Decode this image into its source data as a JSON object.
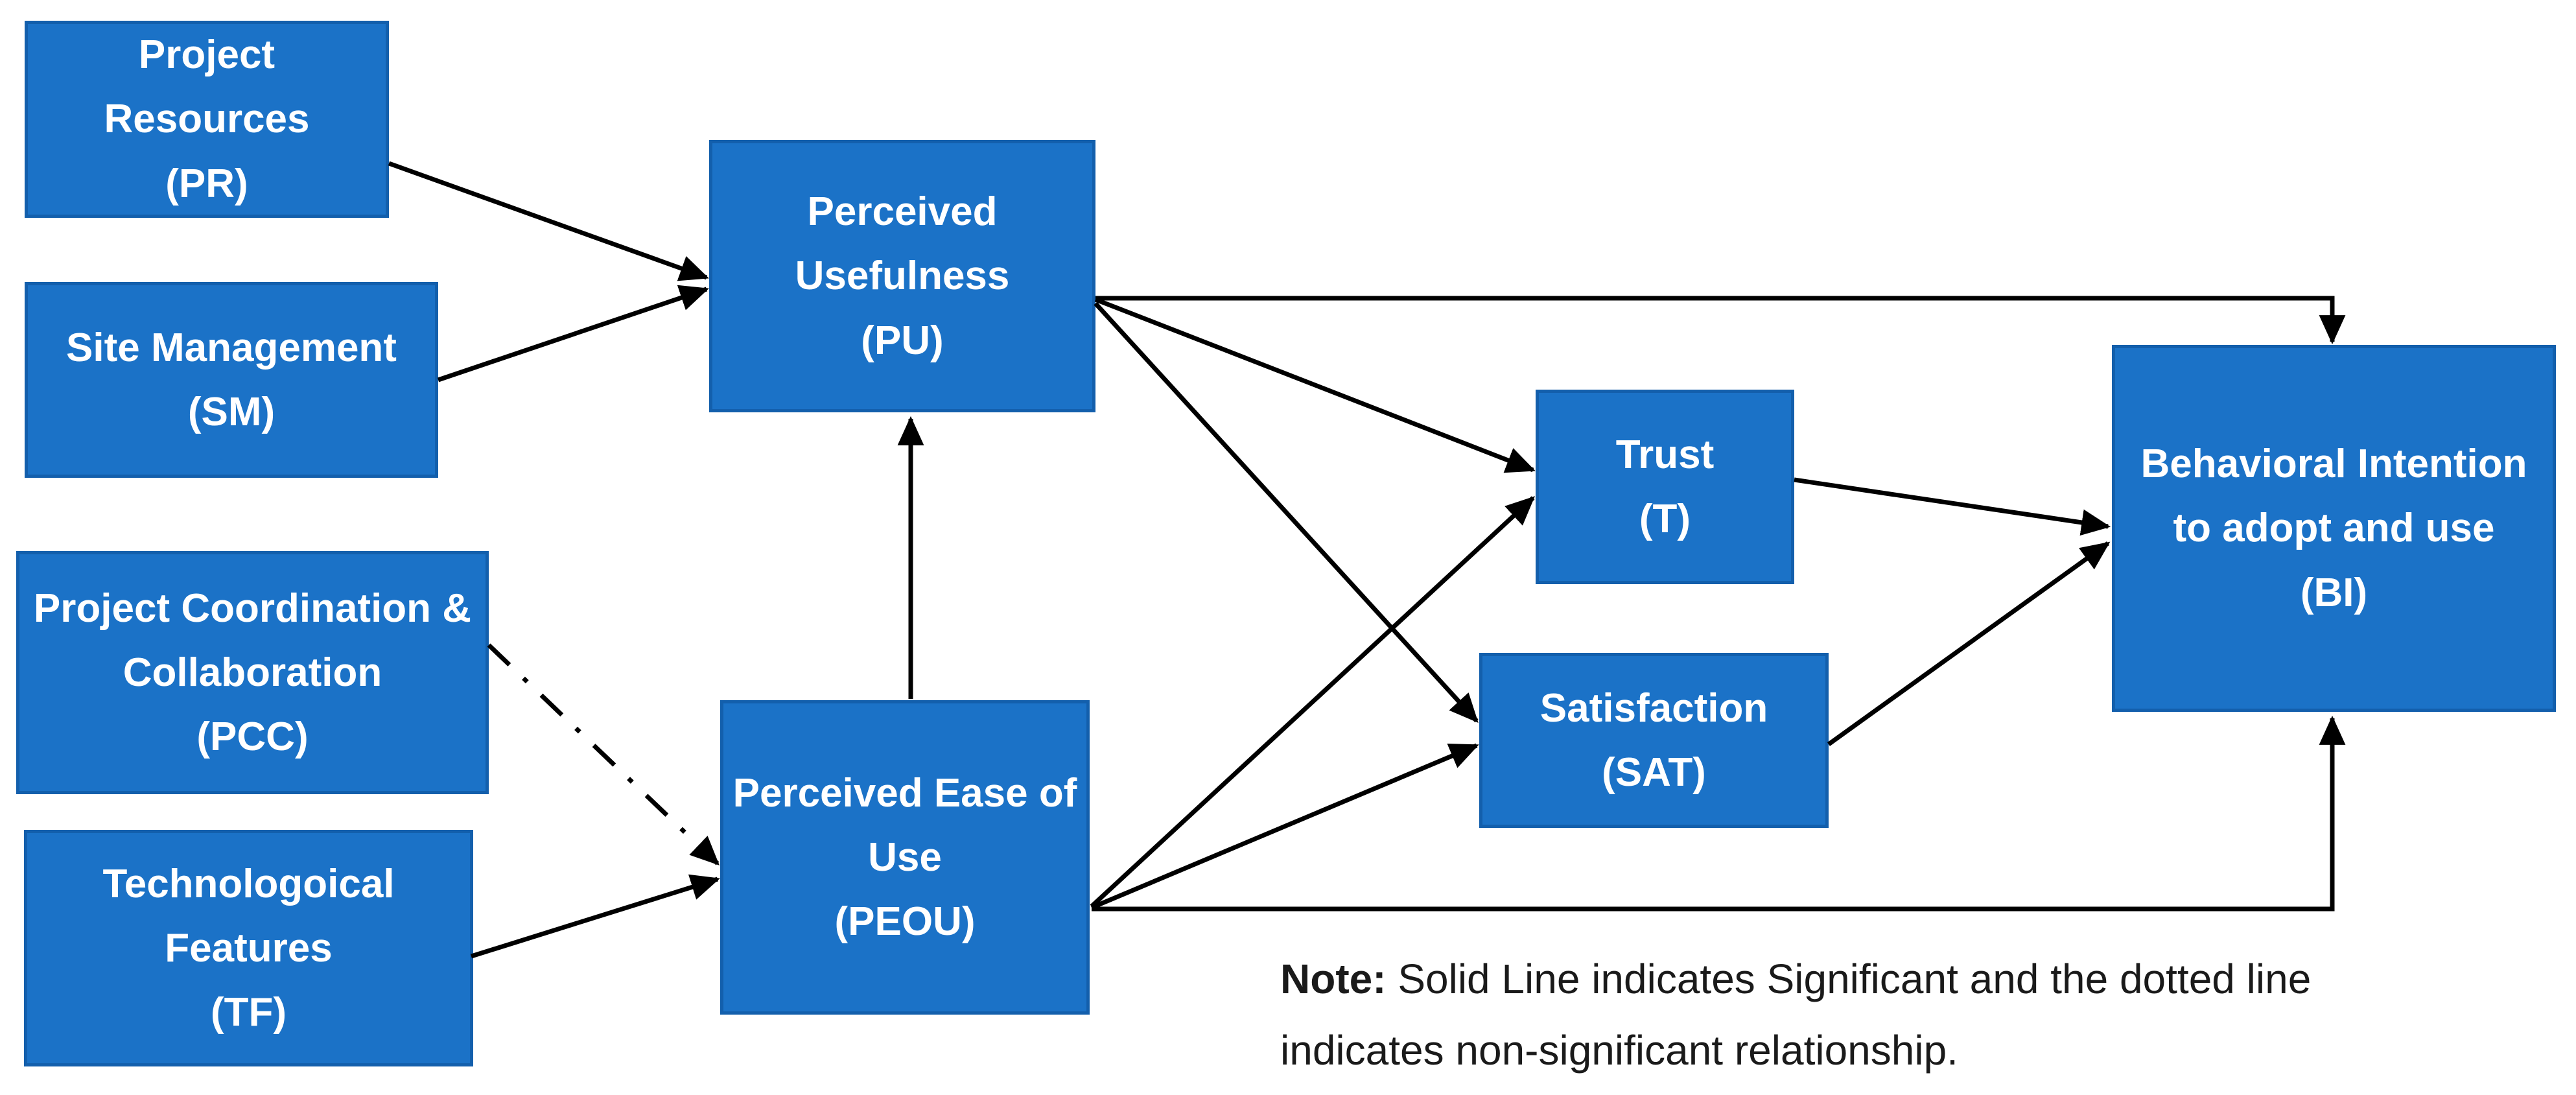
{
  "diagram": {
    "type": "research-model-path-diagram",
    "nodes": {
      "pr": {
        "label": "Project Resources\n(PR)",
        "abbr": "PR"
      },
      "sm": {
        "label": "Site Management\n(SM)",
        "abbr": "SM"
      },
      "pcc": {
        "label": "Project Coordination &\nCollaboration\n(PCC)",
        "abbr": "PCC"
      },
      "tf": {
        "label": "Technologoical\nFeatures\n(TF)",
        "abbr": "TF"
      },
      "pu": {
        "label": "Perceived\nUsefulness\n(PU)",
        "abbr": "PU"
      },
      "peou": {
        "label": "Perceived Ease of\nUse\n(PEOU)",
        "abbr": "PEOU"
      },
      "t": {
        "label": "Trust\n(T)",
        "abbr": "T"
      },
      "sat": {
        "label": "Satisfaction\n(SAT)",
        "abbr": "SAT"
      },
      "bi": {
        "label": "Behavioral Intention\nto adopt and use\n(BI)",
        "abbr": "BI"
      }
    },
    "relationships": [
      {
        "from": "PR",
        "to": "PU",
        "line": "solid",
        "significant": true
      },
      {
        "from": "SM",
        "to": "PU",
        "line": "solid",
        "significant": true
      },
      {
        "from": "PCC",
        "to": "PEOU",
        "line": "dash-dot",
        "significant": false
      },
      {
        "from": "TF",
        "to": "PEOU",
        "line": "solid",
        "significant": true
      },
      {
        "from": "PEOU",
        "to": "PU",
        "line": "solid",
        "significant": true
      },
      {
        "from": "PU",
        "to": "T",
        "line": "solid",
        "significant": true
      },
      {
        "from": "PU",
        "to": "SAT",
        "line": "solid",
        "significant": true
      },
      {
        "from": "PU",
        "to": "BI",
        "line": "solid",
        "significant": true
      },
      {
        "from": "PEOU",
        "to": "T",
        "line": "solid",
        "significant": true
      },
      {
        "from": "PEOU",
        "to": "SAT",
        "line": "solid",
        "significant": true
      },
      {
        "from": "PEOU",
        "to": "BI",
        "line": "solid",
        "significant": true
      },
      {
        "from": "T",
        "to": "BI",
        "line": "solid",
        "significant": true
      },
      {
        "from": "SAT",
        "to": "BI",
        "line": "solid",
        "significant": true
      }
    ],
    "note": {
      "label": "Note:",
      "line1": "Solid Line indicates Significant and the dotted line",
      "line2": "indicates non-significant relationship."
    },
    "colors": {
      "background": "#ffffff",
      "node_fill": "#1b72c7",
      "node_border": "#135fac",
      "node_text": "#ffffff",
      "arrow": "#000000"
    }
  }
}
